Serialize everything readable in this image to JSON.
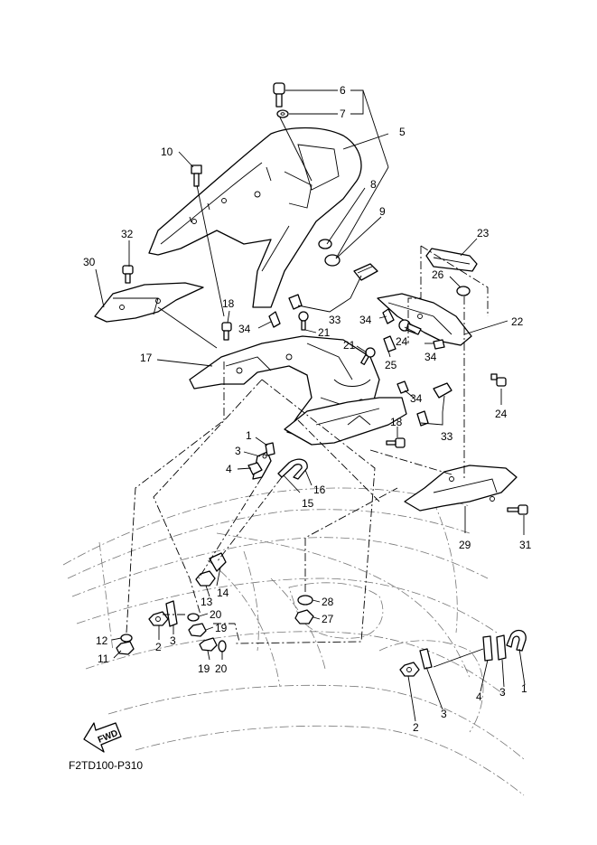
{
  "diagram_code": "F2TD100-P310",
  "fwd_label": "FWD",
  "callouts": {
    "c1a": "1",
    "c1b": "1",
    "c2a": "2",
    "c2b": "2",
    "c3a": "3",
    "c3b": "3",
    "c3c": "3",
    "c4a": "4",
    "c4b": "4",
    "c5": "5",
    "c6": "6",
    "c7": "7",
    "c8": "8",
    "c9": "9",
    "c10": "10",
    "c11": "11",
    "c12": "12",
    "c13": "13",
    "c14": "14",
    "c15": "15",
    "c16": "16",
    "c17": "17",
    "c18a": "18",
    "c18b": "18",
    "c19a": "19",
    "c19b": "19",
    "c20a": "20",
    "c20b": "20",
    "c21a": "21",
    "c21b": "21",
    "c22": "22",
    "c23": "23",
    "c24a": "24",
    "c24b": "24",
    "c25": "25",
    "c26": "26",
    "c27": "27",
    "c28": "28",
    "c29": "29",
    "c30": "30",
    "c31": "31",
    "c32": "32",
    "c33a": "33",
    "c33b": "33",
    "c34a": "34",
    "c34b": "34",
    "c34c": "34",
    "c34d": "34"
  }
}
